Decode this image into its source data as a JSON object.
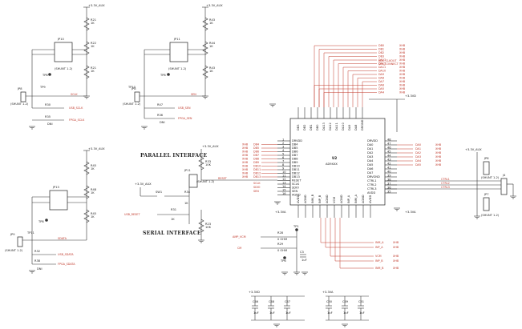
{
  "titles": {
    "parallel": "PARALLEL INTERFACE",
    "serial": "SERIAL INTERFACE"
  },
  "rails": {
    "aux": "+3.3V_AUX",
    "avd": "+3.3VD",
    "ava": "+3.3VA",
    "d3": "+3.3V"
  },
  "ic": {
    "ref": "U2",
    "part": "AD9XXX",
    "left_pins": [
      "DRVDD",
      "DB4",
      "DB5",
      "DB6",
      "DB7",
      "DB8",
      "DB9",
      "DB10",
      "DB11",
      "DB12",
      "DB13",
      "RESET",
      "SCLK",
      "SDIO",
      "SEN",
      "AGND"
    ],
    "left_nums": [
      "1",
      "2",
      "3",
      "4",
      "5",
      "6",
      "7",
      "8",
      "9",
      "10",
      "11",
      "12",
      "13",
      "14",
      "15",
      "16"
    ],
    "left_nets": [
      "DB4",
      "DB5",
      "DB6",
      "DB7",
      "DB8",
      "DB9",
      "DB10",
      "DB11",
      "DB12",
      "DB13"
    ],
    "right_pins": [
      "DRVDD",
      "DA0",
      "DA1",
      "DA2",
      "DA3",
      "DA4",
      "DA5",
      "DA6",
      "DA7",
      "DRVGND",
      "CTRL1",
      "CTRL2",
      "CTRL3",
      "AVDD"
    ],
    "right_nums": [
      "48",
      "47",
      "46",
      "45",
      "44",
      "43",
      "42",
      "41",
      "40",
      "39",
      "38",
      "37",
      "36",
      "35"
    ],
    "right_nets": [
      "DA0",
      "DA1",
      "DA2",
      "DA3",
      "DA4",
      "DA5"
    ],
    "top_pins": [
      "DB3",
      "DB2",
      "DB1",
      "DB0",
      "DA13",
      "DA12",
      "DA11",
      "DA10",
      "DA9",
      "DA8",
      "DRGND"
    ],
    "top_nets": [
      "DB0",
      "DB1",
      "DB2",
      "DB3",
      "DA13",
      "DA12",
      "DA11",
      "DA10",
      "DA9",
      "DA8",
      "DA7",
      "DA6",
      "DA5",
      "DA4"
    ],
    "bottom_pins": [
      "AVDD",
      "AGND",
      "INM_B",
      "INP_B",
      "AGND",
      "VCM",
      "AGND",
      "INP_A",
      "INM_A",
      "AGND",
      "AVDD"
    ],
    "clock_net": "ADC_CLKOUT",
    "clk_connect": "CLK_CONNECT"
  },
  "jumpers": [
    {
      "ref": "JP10",
      "label": "(SHUNT 1-2)",
      "r1": "R21",
      "r2": "R22",
      "rv": "1K",
      "tp": "TP8",
      "jp": "JP8",
      "tp2": "TP9",
      "net1": "SCLK",
      "net2": "USB_SCLK",
      "net3": "FPGA_SCLK",
      "r3": "R30",
      "r4": "R35",
      "dnp": "DNI"
    },
    {
      "ref": "JP11",
      "label": "(SHUNT 1-2)",
      "r1": "R43",
      "r2": "R44",
      "rv": "1K",
      "tp": "TP8",
      "jp": "JP8",
      "tp2": "TP10",
      "net1": "SEN",
      "net2": "USB_SEN",
      "net3": "FPGA_SEN",
      "r3": "R47",
      "r4": "R36",
      "dnp": "DNI"
    },
    {
      "ref": "JP13",
      "label": "(SHUNT 1-2)",
      "r1": "R45",
      "r2": "R48",
      "rv": "1K",
      "tp": "TP8",
      "jp": "JP9",
      "tp2": "TP11",
      "net1": "SDATA",
      "net2": "USB_SDATA",
      "net3": "FPGA_SDATA",
      "r3": "R32",
      "r4": "R38",
      "dnp": "DNI"
    }
  ],
  "reset_block": {
    "jp": "JP11",
    "r_top": "R33",
    "r_top_val": "10K",
    "sw": "SW1",
    "r_mid": "R34",
    "r_mid_val": "1K",
    "r_usb": "R31",
    "r_usb_val": "1K",
    "r_bot": "R23",
    "r_bot_val": "10K",
    "net_reset": "RESET",
    "net_usb": "USB_RESET",
    "label": "(SHUNT 1-2)"
  },
  "cm_block": {
    "r1": "R28",
    "r1v": "0 OHM",
    "r2": "R29",
    "r2v": "0 OHM",
    "net1": "AMP_VCM",
    "net2": "CM",
    "tp": "TP1",
    "tp2": "TP6",
    "c": "C3",
    "cv": "1uF"
  },
  "analog_nets": [
    "INM_A",
    "INP_A",
    "VCM",
    "INP_B",
    "INM_B"
  ],
  "right_jp": {
    "jp1": "JP8",
    "jp2": "JP7",
    "label": "(SHUNT 1-2)",
    "ctrl": [
      "CTRL1",
      "CTRL2",
      "CTRL3"
    ]
  },
  "caps_left": {
    "refs": [
      "C46",
      "C48",
      "C47"
    ],
    "vals": [
      "1uF",
      "1uF",
      "1uF"
    ]
  },
  "caps_right": {
    "refs": [
      "C50",
      "C49",
      "C51"
    ],
    "vals": [
      "1uF",
      "1uF",
      "1uF"
    ]
  }
}
